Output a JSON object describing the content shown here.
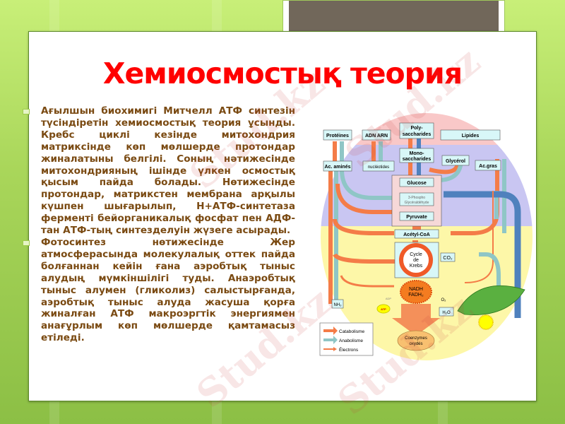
{
  "slide": {
    "title": "Хемиосмостық теория",
    "paragraphs": [
      "Ағылшын биохимигі Митчелл АТФ синтезін түсіндіретін хемиосмостық теория ұсынды. Кребс циклі кезінде митохондрия матриксінде көп мөлшерде протондар жиналатыны белгілі. Соның нәтижесінде митохондрияның ішінде үлкен осмостық қысым пайда болады. Нөтижесінде протондар, матрикстен мембрана арқылы күшпен шығарылып, Н+АТФ-синтетаза ферменті бейорганикалық фосфат пен АДФ-тан АТФ-тың синтезделуін жүзеге асырады.",
      "Фотосинтез нөтижесінде Жер атмосферасында молекулалық оттек пайда болғаннан кейін ғана аэробтық тыныс алудың мүмкіншілігі туды. Анаэробтық тыныс алумен (гликолиз) салыстырғанда, аэробтық тыныс алуда жасуша қорға жиналған АТФ макроэргтік энергиямен анағұрлым көп мөлшерде қамтамасыз етіледі."
    ],
    "watermark": "Stud.kz"
  },
  "diagram": {
    "nodes": {
      "proteines": "Protéines",
      "adn_arn": "ADN ARN",
      "poly": "Poly-",
      "poly2": "saccharides",
      "lipides": "Lipides",
      "ac_amines": "Ac. aminés",
      "nucleotides": "nucléotides",
      "mono": "Mono-",
      "mono2": "saccharides",
      "glycerol": "Glycérol",
      "ac_gras": "Ac.gras",
      "glucose": "Glucose",
      "pga1": "3-Phospho",
      "pga2": "Glycéraldéhyde",
      "pyruvate": "Pyruvate",
      "acetyl": "Acétyl-CoA",
      "krebs1": "Cycle",
      "krebs2": "de",
      "krebs3": "Krebs",
      "co2": "CO₂",
      "nadh": "NADH",
      "fadh": "FADH₂",
      "nh3": "NH₃",
      "o2": "O₂",
      "h2o": "H₂O",
      "adp": "ADP",
      "atp": "ATP",
      "coenz1": "Coenzymes",
      "coenz2": "oxydés"
    },
    "legend": [
      "Catabolisme",
      "Anabolisme",
      "Électrons"
    ],
    "colors": {
      "catabolism": "#f47c48",
      "anabolism": "#8fc6c6",
      "electron_flow": "#4f81bd",
      "top_zone": "#f9c8c8",
      "mid_zone": "#c9c6f2",
      "bottom_zone": "#fdf7a8"
    }
  }
}
